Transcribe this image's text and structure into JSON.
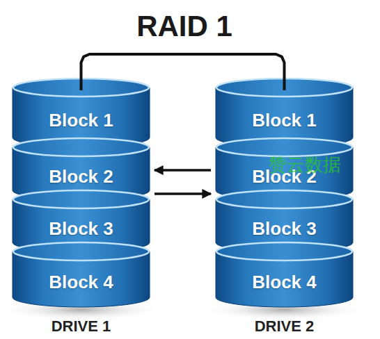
{
  "diagram": {
    "title": "RAID 1",
    "nodes": [
      {
        "text": [
          "DRIVE 1"
        ]
      },
      {
        "text": [
          "Block 1"
        ],
        "in": 0
      },
      {
        "text": [
          "Block 2"
        ],
        "in": 0
      },
      {
        "text": [
          "Block 3"
        ],
        "in": 0
      },
      {
        "text": [
          "Block 4"
        ],
        "in": 0
      },
      {
        "text": [
          "DRIVE 2"
        ]
      },
      {
        "text": [
          "Block 1"
        ],
        "in": 5
      },
      {
        "text": [
          "Block 2"
        ],
        "in": 5
      },
      {
        "text": [
          "Block 3"
        ],
        "in": 5
      },
      {
        "text": [
          "Block 4"
        ],
        "in": 5
      }
    ],
    "edges": [
      {
        "from": 0,
        "to": 5,
        "arrow": "none"
      },
      {
        "from": 5,
        "to": 0,
        "arrow": "to"
      },
      {
        "from": 0,
        "to": 5,
        "arrow": "to"
      }
    ],
    "labels": [
      "赞云数据"
    ]
  }
}
